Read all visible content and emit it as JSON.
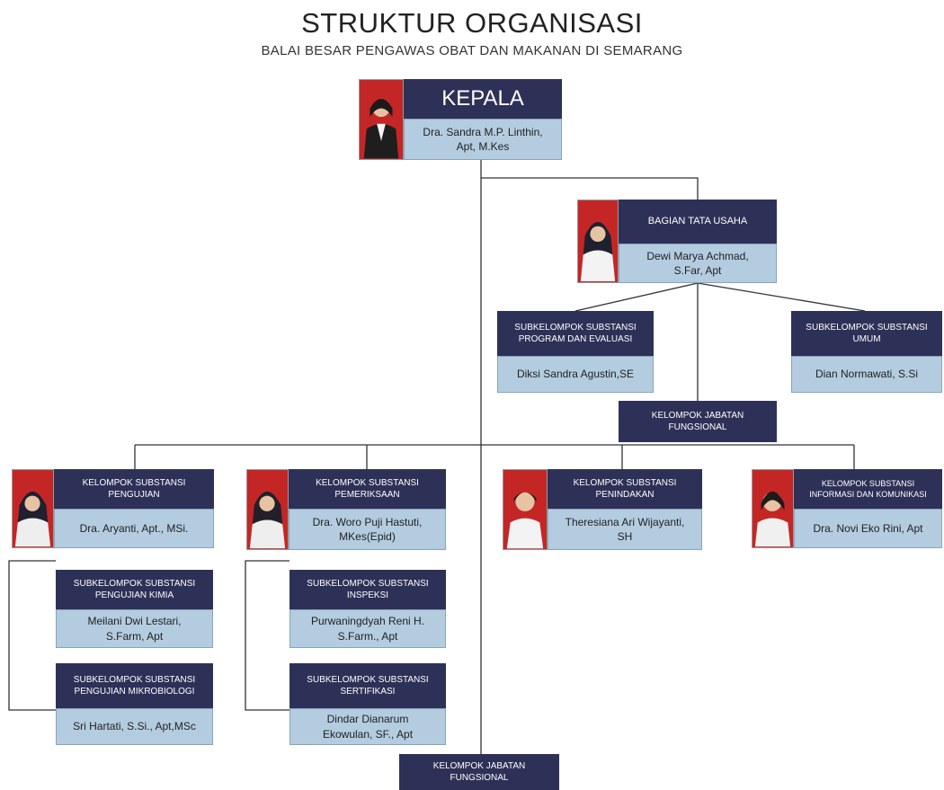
{
  "title": "STRUKTUR ORGANISASI",
  "subtitle": "BALAI BESAR PENGAWAS OBAT DAN MAKANAN DI SEMARANG",
  "kepala": {
    "title": "KEPALA",
    "name": "Dra. Sandra M.P. Linthin,\nApt, M.Kes"
  },
  "tata_usaha": {
    "title": "BAGIAN TATA USAHA",
    "name": "Dewi Marya Achmad,\nS.Far, Apt"
  },
  "program_evaluasi": {
    "title": "SUBKELOMPOK SUBSTANSI\nPROGRAM DAN EVALUASI",
    "name": "Diksi Sandra Agustin,SE"
  },
  "umum": {
    "title": "SUBKELOMPOK SUBSTANSI\nUMUM",
    "name": "Dian Normawati, S.Si"
  },
  "fungsional_top": {
    "title": "KELOMPOK JABATAN\nFUNGSIONAL"
  },
  "pengujian": {
    "title": "KELOMPOK SUBSTANSI\nPENGUJIAN",
    "name": "Dra. Aryanti, Apt., MSi."
  },
  "pemeriksaan": {
    "title": "KELOMPOK SUBSTANSI\nPEMERIKSAAN",
    "name": "Dra. Woro Puji Hastuti,\nMKes(Epid)"
  },
  "penindakan": {
    "title": "KELOMPOK SUBSTANSI\nPENINDAKAN",
    "name": "Theresiana Ari Wijayanti,\nSH"
  },
  "infokom": {
    "title": "KELOMPOK SUBSTANSI\nINFORMASI DAN KOMUNIKASI",
    "name": "Dra. Novi Eko Rini,  Apt"
  },
  "pengujian_kimia": {
    "title": "SUBKELOMPOK SUBSTANSI\nPENGUJIAN KIMIA",
    "name": "Meilani Dwi Lestari,\nS.Farm, Apt"
  },
  "pengujian_mikro": {
    "title": "SUBKELOMPOK SUBSTANSI\nPENGUJIAN MIKROBIOLOGI",
    "name": "Sri Hartati, S.Si., Apt,MSc"
  },
  "inspeksi": {
    "title": "SUBKELOMPOK SUBSTANSI\nINSPEKSI",
    "name": "Purwaningdyah Reni H.\nS.Farm., Apt"
  },
  "sertifikasi": {
    "title": "SUBKELOMPOK SUBSTANSI\nSERTIFIKASI",
    "name": "Dindar Dianarum\nEkowulan, SF., Apt"
  },
  "fungsional_bottom": {
    "title": "KELOMPOK JABATAN\nFUNGSIONAL"
  }
}
